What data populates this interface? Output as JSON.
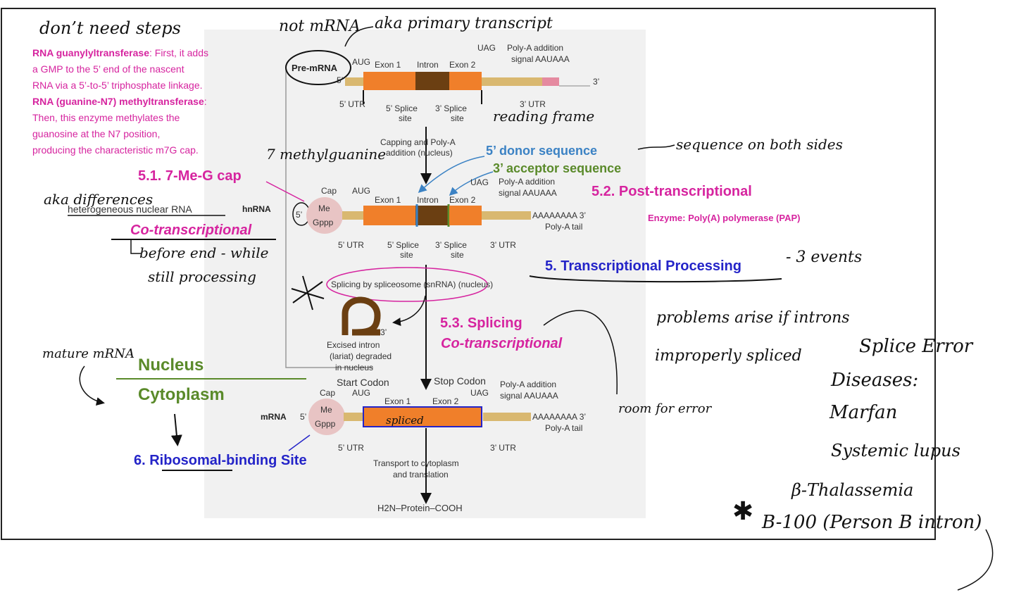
{
  "colors": {
    "pink": "#d6249f",
    "blue": "#2424c8",
    "steel_blue": "#3b82c4",
    "green": "#5a8a2a",
    "exon": "#f07f2a",
    "intron": "#6b3f12",
    "utr": "#d9b870",
    "cap": "#e8c4c4",
    "panel": "#f1f1f1"
  },
  "notes": {
    "guanylyl_title": "RNA guanylyltransferase",
    "guanylyl_body_1": ": First, it adds",
    "guanylyl_body_2": "a GMP to the 5’ end of the nascent",
    "guanylyl_body_3": "RNA via a 5’-to-5’ triphosphate linkage.",
    "methyl_title": "RNA (guanine-N7) methyltransferase",
    "methyl_body_1": ":",
    "methyl_body_2": "Then, this enzyme methylates the",
    "methyl_body_3": "guanosine at the N7 position,",
    "methyl_body_4": "producing the characteristic m7G cap."
  },
  "headings": {
    "cap": "5.1. 7-Me-G cap",
    "co_transcriptional": "Co-transcriptional",
    "donor": "5’ donor sequence",
    "acceptor": "3’ acceptor sequence",
    "post": "5.2. Post-transcriptional",
    "enzyme": "Enzyme: Poly(A) polymerase (PAP)",
    "processing": "5. Transcriptional Processing",
    "splicing": "5.3. Splicing",
    "splicing_sub": "Co-transcriptional",
    "nucleus": "Nucleus",
    "cytoplasm": "Cytoplasm",
    "ribosomal": "6. Ribosomal-binding Site"
  },
  "figure": {
    "pre_mrna": "Pre-mRNA",
    "hnrna": "hnRNA",
    "mrna": "mRNA",
    "five_prime": "5’",
    "three_prime": "3’",
    "aug": "AUG",
    "uag": "UAG",
    "exon1": "Exon 1",
    "intron": "Intron",
    "exon2": "Exon 2",
    "polya_signal_1": "Poly-A addition",
    "polya_signal_2": "signal AAUAAA",
    "utr5": "5’ UTR",
    "utr3": "3’ UTR",
    "splice5": "5’ Splice",
    "splice3": "3’ Splice",
    "site": "site",
    "capping_1": "Capping and Poly-A",
    "capping_2": "addition (nucleus)",
    "cap": "Cap",
    "me": "Me",
    "gppp": "Gppp",
    "polya_tail_seq": "AAAAAAAA 3’",
    "polya_tail": "Poly-A tail",
    "splicing_step": "Splicing by spliceosome (snRNA) (nucleus)",
    "excised_1": "Excised intron",
    "excised_2": "(lariat) degraded",
    "excised_3": "in nucleus",
    "start_codon": "Start Codon",
    "stop_codon": "Stop Codon",
    "transport_1": "Transport to cytoplasm",
    "transport_2": "and translation",
    "protein": "H2N–Protein–COOH"
  },
  "handwriting": {
    "dont_need": "don’t need steps",
    "not_mrna": "not mRNA",
    "primary": "aka primary transcript",
    "reading_frame": "reading frame",
    "seven_methyl": "7 methylguanine",
    "seq_both": "sequence on both sides",
    "aka_diffs": "aka differences",
    "heterogeneous": "heterogeneous nuclear RNA",
    "before_end": "before end - while",
    "still_processing": "still processing",
    "three_events": "- 3 events",
    "problems_1": "problems arise if introns",
    "problems_2": "improperly spliced",
    "splice_error": "Splice Error",
    "diseases": "Diseases:",
    "marfan": "Marfan",
    "systemic": "Systemic lupus",
    "thal": "β-Thalassemia",
    "b100": "B-100 (Person B intron)",
    "mature": "mature mRNA",
    "room_error": "room for error",
    "spliced": "spliced"
  }
}
